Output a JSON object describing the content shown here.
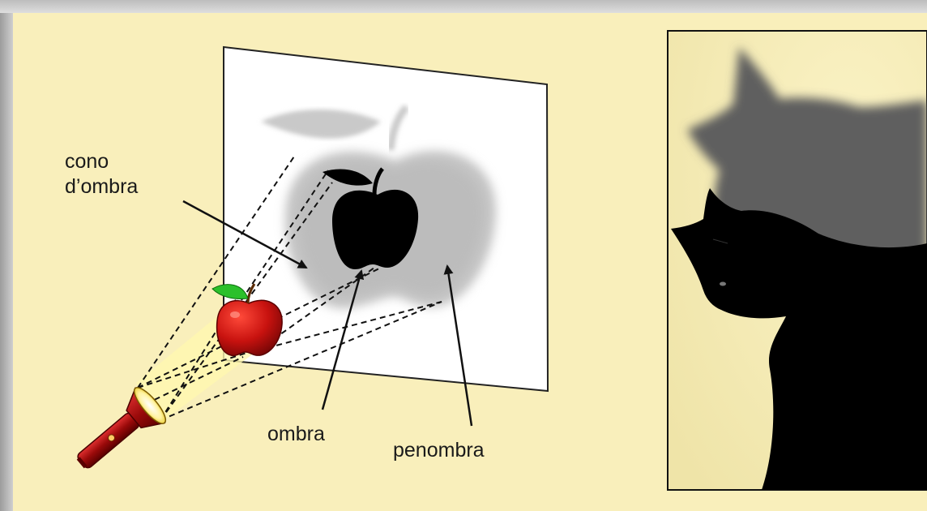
{
  "labels": {
    "cone_line1": "cono",
    "cone_line2": "d’ombra",
    "umbra": "ombra",
    "penumbra": "penombra"
  },
  "colors": {
    "background": "#f9efbb",
    "frame_gray": "#a9a9a9",
    "screen": "#ffffff",
    "penumbra": "#c6c6c6",
    "umbra": "#000000",
    "apple_red": "#c41010",
    "leaf_green": "#2bc02b",
    "flashlight_red": "#b00f0f",
    "light_cone": "#fff6a8"
  },
  "icons": {
    "light_source": "flashlight-icon",
    "object": "apple-icon",
    "photo_subject": "cat-silhouette"
  }
}
